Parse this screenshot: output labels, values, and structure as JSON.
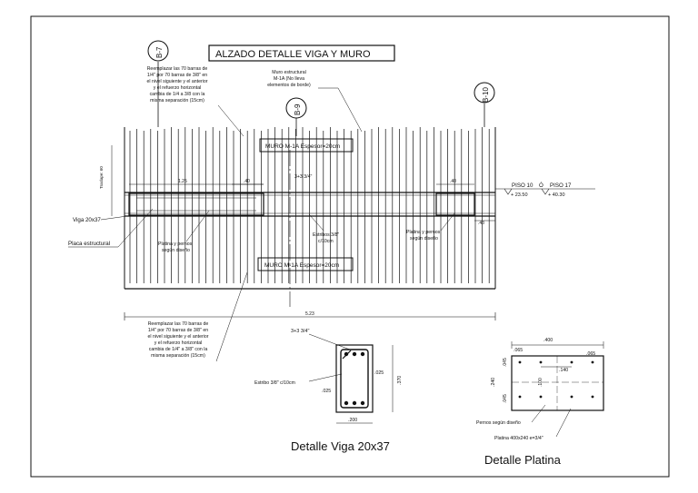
{
  "title": "ALZADO DETALLE VIGA Y MURO",
  "axes": {
    "b7": "B-7",
    "b9": "B-9",
    "b10": "B-10"
  },
  "notes": {
    "top_left": [
      "Reemplazar las 70 barras de",
      "1/4\" por 70 barras de 3/8\" en",
      "el nivel siguiente y el anterior",
      "y el refuerzo horizontal",
      "cambia de 1/4 a 3/8 con la",
      "misma separación (15cm)"
    ],
    "top_center": [
      "Muro estructural",
      "M-1A (No lleva",
      "elementos de borde)"
    ],
    "bottom_left": [
      "Reemplazar las 70 barras de",
      "1/4\" por 70 barras de 3/8\" en",
      "el nivel siguiente y el anterior",
      "y el refuerzo horizontal",
      "cambia de 1/4\" a 3/8\" con la",
      "misma separación (15cm)"
    ]
  },
  "wall_labels": {
    "upper": "MURO M-1A Espesor=20cm",
    "lower": "MURO M-1A Espesor=20cm"
  },
  "labels": {
    "viga": "Viga 20x37",
    "placa": "Placa estructural",
    "platina_left": [
      "Platina y pernos",
      "según diseño"
    ],
    "platina_right": [
      "Platina y pernos",
      "según diseño"
    ],
    "estribos": [
      "Estribos 3/8\"",
      "c/10cm"
    ],
    "bars": "3+3 3/4\"",
    "traslape": "Traslape: 60",
    "dim_125": "1.25",
    "dim_40": ".40",
    "dim_43": ".43",
    "dim_total": "5.23"
  },
  "levels": {
    "piso_10": "PISO 10",
    "sep": "Ó",
    "piso_17": "PISO 17",
    "elev_10": "+ 23.50",
    "elev_17": "+ 40.30"
  },
  "beam_detail": {
    "title": "Detalle Viga 20x37",
    "bars": "3+3 3/4\"",
    "stirrup": "Estribo 3/8\" c/10cm",
    "cover_right": ".025",
    "cover_left": ".025",
    "height": ".370",
    "width": ".200"
  },
  "plate_detail": {
    "title": "Detalle Platina",
    "width": ".400",
    "edge_left": ".065",
    "edge_right": ".065",
    "spacing": ".140",
    "height": ".240",
    "inner_v": ".100",
    "edge_top": ".045",
    "edge_bottom": ".045",
    "bolts": "Pernos según diseño",
    "plate": "Platina 400x240 e=3/4\""
  }
}
